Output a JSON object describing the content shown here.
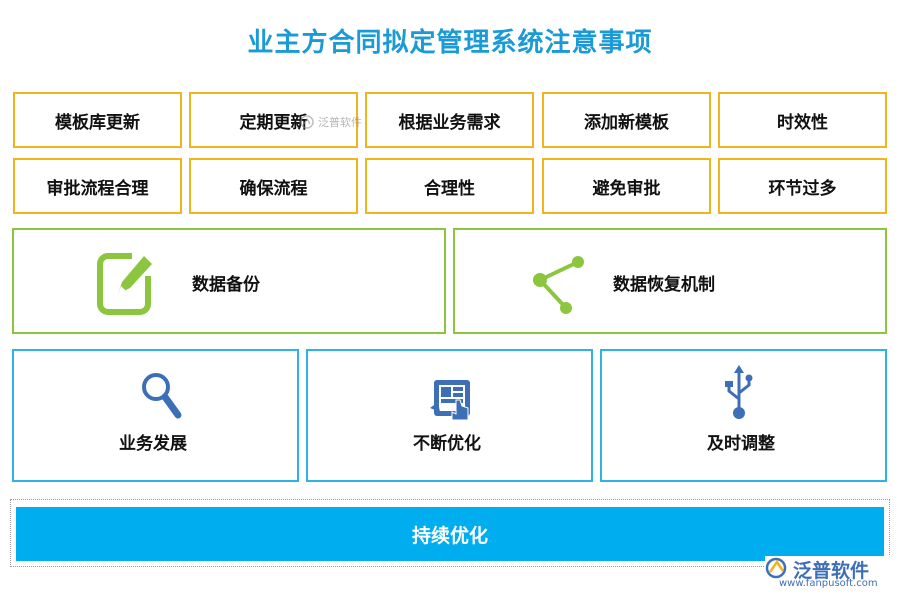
{
  "title": "业主方合同拟定管理系统注意事项",
  "row1": [
    "模板库更新",
    "定期更新",
    "根据业务需求",
    "添加新模板",
    "时效性"
  ],
  "row2": [
    "审批流程合理",
    "确保流程",
    "合理性",
    "避免审批",
    "环节过多"
  ],
  "green_boxes": [
    {
      "label": "数据备份",
      "icon": "edit-icon"
    },
    {
      "label": "数据恢复机制",
      "icon": "share-icon"
    }
  ],
  "blue_boxes": [
    {
      "label": "业务发展",
      "icon": "search-icon"
    },
    {
      "label": "不断优化",
      "icon": "touch-panel-icon"
    },
    {
      "label": "及时调整",
      "icon": "usb-icon"
    }
  ],
  "bottom_bar": "持续优化",
  "watermark": {
    "brand": "泛普软件",
    "url": "www.fanpusoft.com"
  },
  "colors": {
    "title": "#1a9ad6",
    "orange": "#f2b41c",
    "green": "#8cc63f",
    "blue": "#2fb3e6",
    "bar": "#00adee",
    "icon_blue": "#3d6fb6"
  }
}
